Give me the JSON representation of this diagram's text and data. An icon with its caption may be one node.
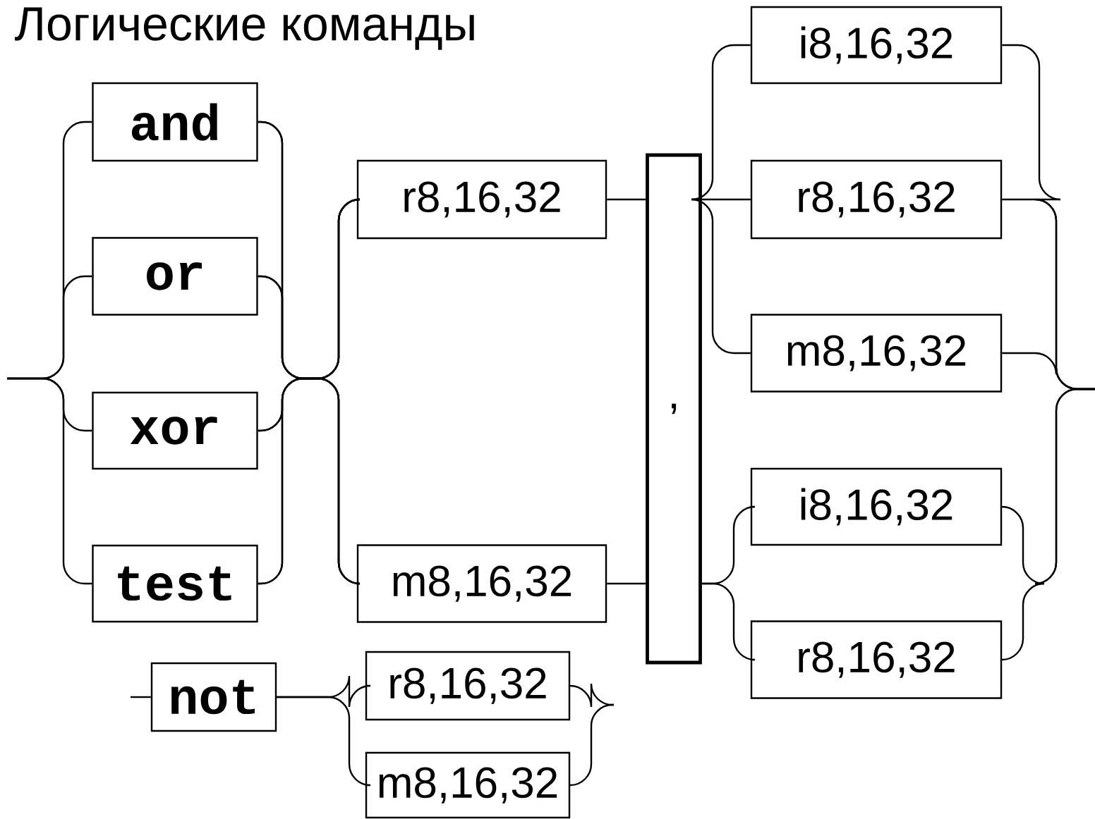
{
  "diagram": {
    "title": "Логические команды",
    "nodes": [
      {
        "text": [
          "and"
        ]
      },
      {
        "text": [
          "or"
        ]
      },
      {
        "text": [
          "xor"
        ]
      },
      {
        "text": [
          "test"
        ]
      },
      {
        "text": [
          "r8,16,32"
        ]
      },
      {
        "text": [
          "m8,16,32"
        ]
      },
      {
        "text": [
          ","
        ]
      },
      {
        "text": [
          "i8,16,32"
        ]
      },
      {
        "text": [
          "r8,16,32"
        ]
      },
      {
        "text": [
          "m8,16,32"
        ]
      },
      {
        "text": [
          "i8,16,32"
        ]
      },
      {
        "text": [
          "r8,16,32"
        ]
      },
      {
        "text": [
          "not"
        ]
      },
      {
        "text": [
          "r8,16,32"
        ]
      },
      {
        "text": [
          "m8,16,32"
        ]
      }
    ],
    "edges": [
      {
        "from": null,
        "to": 0,
        "arrow": "none"
      },
      {
        "from": null,
        "to": 1,
        "arrow": "none"
      },
      {
        "from": null,
        "to": 2,
        "arrow": "none"
      },
      {
        "from": null,
        "to": 3,
        "arrow": "none"
      },
      {
        "from": 0,
        "to": 4,
        "arrow": "none"
      },
      {
        "from": 0,
        "to": 5,
        "arrow": "none"
      },
      {
        "from": 1,
        "to": 4,
        "arrow": "none"
      },
      {
        "from": 1,
        "to": 5,
        "arrow": "none"
      },
      {
        "from": 2,
        "to": 4,
        "arrow": "none"
      },
      {
        "from": 2,
        "to": 5,
        "arrow": "none"
      },
      {
        "from": 3,
        "to": 4,
        "arrow": "none"
      },
      {
        "from": 3,
        "to": 5,
        "arrow": "none"
      },
      {
        "from": 4,
        "to": 6,
        "arrow": "none"
      },
      {
        "from": 5,
        "to": 6,
        "arrow": "none"
      },
      {
        "from": 6,
        "to": 7,
        "arrow": "none"
      },
      {
        "from": 6,
        "to": 8,
        "arrow": "none"
      },
      {
        "from": 6,
        "to": 9,
        "arrow": "none"
      },
      {
        "from": 6,
        "to": 10,
        "arrow": "none"
      },
      {
        "from": 6,
        "to": 11,
        "arrow": "none"
      },
      {
        "from": 7,
        "to": null,
        "arrow": "none"
      },
      {
        "from": 8,
        "to": null,
        "arrow": "none"
      },
      {
        "from": 9,
        "to": null,
        "arrow": "none"
      },
      {
        "from": 10,
        "to": null,
        "arrow": "none"
      },
      {
        "from": 11,
        "to": null,
        "arrow": "none"
      },
      {
        "from": null,
        "to": 12,
        "arrow": "none"
      },
      {
        "from": 12,
        "to": 13,
        "arrow": "none"
      },
      {
        "from": 12,
        "to": 14,
        "arrow": "none"
      },
      {
        "from": 13,
        "to": null,
        "arrow": "none"
      },
      {
        "from": 14,
        "to": null,
        "arrow": "none"
      }
    ]
  }
}
